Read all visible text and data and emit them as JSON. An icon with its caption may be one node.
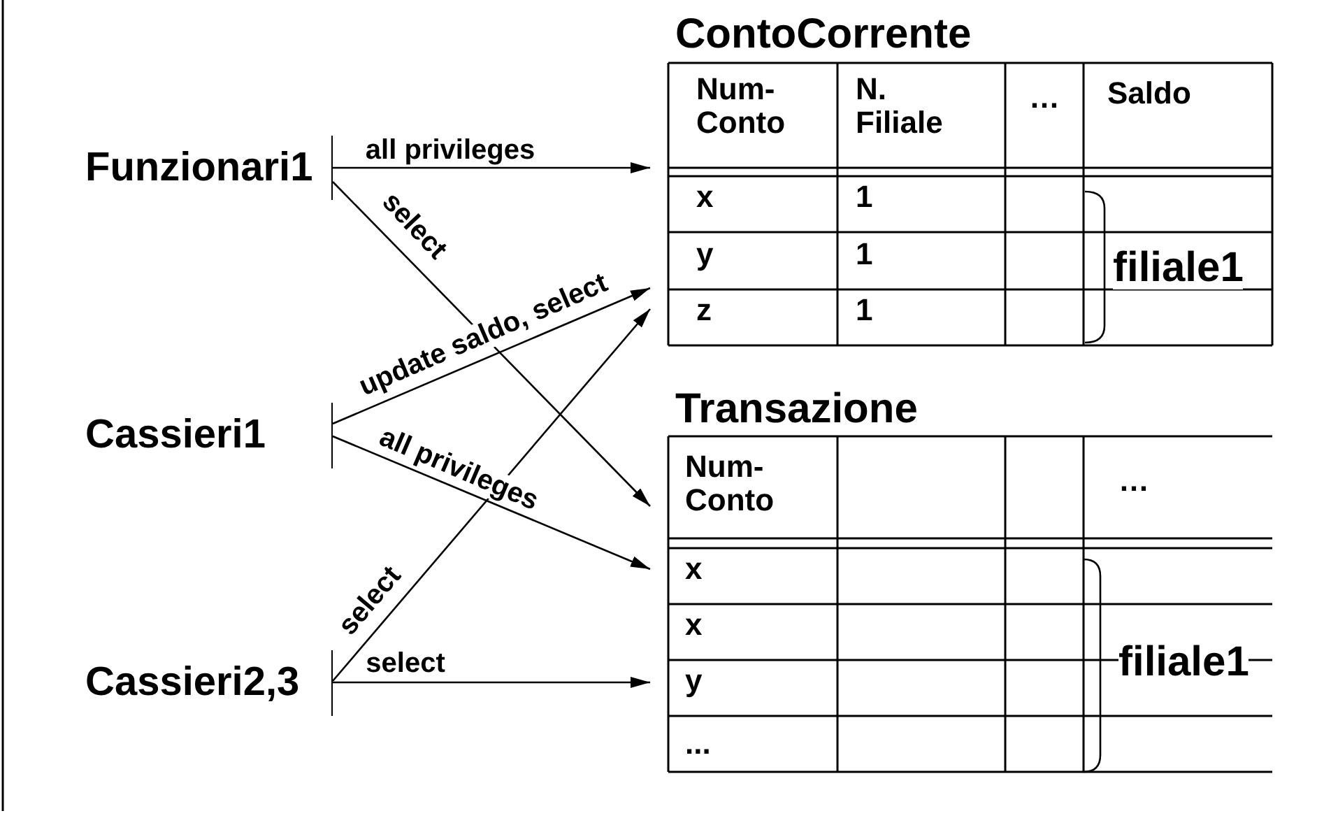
{
  "diagram": {
    "nodes": [
      {
        "text": [
          "Funzionari1"
        ]
      },
      {
        "text": [
          "Cassieri1"
        ]
      },
      {
        "text": [
          "Cassieri2,3"
        ]
      },
      {
        "text": [
          "ContoCorrente"
        ]
      },
      {
        "text": [
          "Transazione"
        ]
      }
    ],
    "edges": [
      {
        "from": 0,
        "to": 3,
        "arrow": "to",
        "label": "all privileges"
      },
      {
        "from": 0,
        "to": 4,
        "arrow": "to",
        "label": "select"
      },
      {
        "from": 1,
        "to": 3,
        "arrow": "to",
        "label": "update saldo, select"
      },
      {
        "from": 1,
        "to": 4,
        "arrow": "to",
        "label": "all privileges"
      },
      {
        "from": 2,
        "to": 3,
        "arrow": "to",
        "label": "select"
      },
      {
        "from": 2,
        "to": 4,
        "arrow": "to",
        "label": "select"
      }
    ],
    "labels": [
      "Num-Conto",
      "N. Filiale",
      "…",
      "Saldo",
      "x",
      "1",
      "y",
      "1",
      "z",
      "1",
      "filiale1",
      "Num-Conto",
      "…",
      "x",
      "x",
      "y",
      "...",
      "filiale1"
    ]
  }
}
